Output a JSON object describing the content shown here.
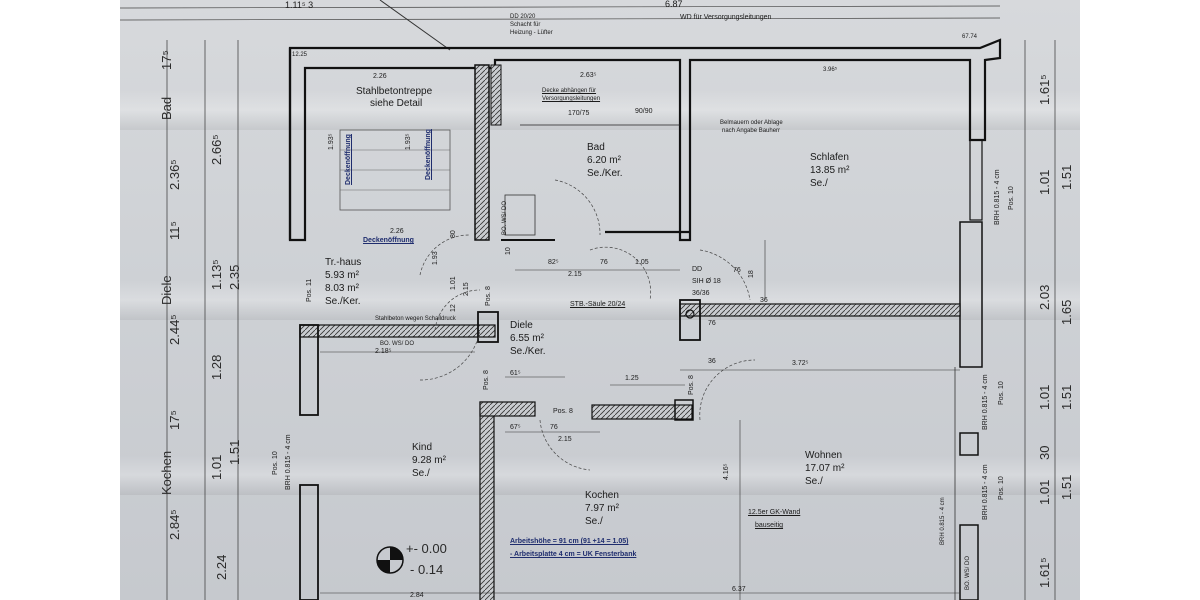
{
  "top": {
    "dim_a": "1.11⁵ 3",
    "dim_b": "6.87",
    "note_dd": "DD 20/20",
    "note_schacht": "Schacht für",
    "note_heiz": "Heizung - Lüfter",
    "note_wd": "WD für Versorgungsleitungen"
  },
  "corners": {
    "left": "12.25",
    "right": "67.74"
  },
  "stairs": {
    "title": "Stahlbetontreppe",
    "subtitle": "siehe Detail",
    "opening_a": "Deckenöffnung",
    "opening_b": "Deckenöffnung",
    "opening_c": "Deckenöffnung",
    "dim_top": "2.26",
    "dim_bottom": "2.26",
    "dim_v1": "1.93⁵",
    "dim_v2": "1.93⁵"
  },
  "rooms": {
    "bad": {
      "name": "Bad",
      "area": "6.20 m²",
      "floor": "Se./Ker."
    },
    "schlafen": {
      "name": "Schlafen",
      "area": "13.85 m²",
      "floor": "Se./"
    },
    "treppenhaus": {
      "name": "Tr.-haus",
      "area1": "5.93 m²",
      "area2": "8.03 m²",
      "floor": "Se./Ker."
    },
    "diele": {
      "name": "Diele",
      "area": "6.55 m²",
      "floor": "Se./Ker."
    },
    "kind": {
      "name": "Kind",
      "area": "9.28 m²",
      "floor": "Se./"
    },
    "kochen": {
      "name": "Kochen",
      "area": "7.97 m²",
      "floor": "Se./"
    },
    "wohnen": {
      "name": "Wohnen",
      "area": "17.07 m²",
      "floor": "Se./"
    }
  },
  "bad_notes": {
    "dim": "2.63⁵",
    "decke": "Decke abhängen für",
    "versorgung": "Versorgungsleitungen",
    "window1": "170/75",
    "window2": "90/90",
    "schlafen_dim": "3.96⁵"
  },
  "schlafen_note": {
    "line1": "Belmauern oder Ablage",
    "line2": "nach Angabe Bauherr"
  },
  "dd": {
    "label": "DD",
    "sih": "SIH Ø 18",
    "size": "36/36"
  },
  "stb": "STB.-Säule 20/24",
  "ws": "Stahlbeton wegen Schalldruck",
  "pos": {
    "p8a": "Pos. 8",
    "p8b": "Pos. 8",
    "p8c": "Pos. 8",
    "p8d": "Pos. 8",
    "p11": "Pos. 11",
    "p10a": "Pos. 10",
    "p10b": "Pos. 10",
    "p10c": "Pos. 10",
    "p10d": "Pos. 10"
  },
  "brh": {
    "a": "BRH 0.815 - 4 cm",
    "b": "BRH 0.815 - 4 cm",
    "c": "BRH 0.815 - 4 cm",
    "d": "BRH 0.815 - 4 cm",
    "e": "BRH 0.815 - 4 cm"
  },
  "dims": {
    "d82": "82⁵",
    "d76a": "76",
    "d105": "1.05",
    "d215a": "2.15",
    "d76b": "76",
    "d76c": "76",
    "d218": "2.18⁵",
    "d61": "61⁵",
    "d125": "1.25",
    "d372": "3.72⁵",
    "d36a": "36",
    "d36b": "36",
    "d67": "67⁵",
    "d76d": "76",
    "d215b": "2.15",
    "d416": "4.16⁵",
    "d637": "6.37",
    "d284": "2.84",
    "d10": "10",
    "d80": "80",
    "d193": "1.93",
    "d215c": "2.15",
    "d101a": "1.01",
    "d12": "12",
    "d18": "18"
  },
  "left_scale": {
    "bad": "Bad",
    "d175a": "17⁵",
    "d2365": "2.36⁵",
    "d265": "2.66⁵",
    "d115": "11⁵",
    "diele": "Diele",
    "d2445": "2.44⁵",
    "d1135": "1.13⁵",
    "d235": "2.35",
    "d128": "1.28",
    "d175b": "17⁵",
    "kochen": "Kochen",
    "d101": "1.01",
    "d151": "1.51",
    "d2845": "2.84⁵",
    "d224": "2.24"
  },
  "right_scale": {
    "d1615a": "1.61⁵",
    "d101a": "1.01",
    "d151a": "1.51",
    "d203": "2.03",
    "d1655": "1.65",
    "d101b": "1.01",
    "d151b": "1.51",
    "d30": "30",
    "d101c": "1.01",
    "d151c": "1.51",
    "d1615b": "1.61⁵"
  },
  "work": {
    "line1": "Arbeitshöhe = 91 cm (91 +14 = 1.05)",
    "line2": "- Arbeitsplatte 4 cm = UK Fensterbank"
  },
  "gk": {
    "line1": "12.5er GK-Wand",
    "line2": "bauseitig"
  },
  "level": {
    "a": "+- 0.00",
    "b": "- 0.14"
  },
  "bo": {
    "a": "BO. WS/ DO",
    "b": "BO. WS/ DO",
    "c": "BO. WS/ DO"
  }
}
